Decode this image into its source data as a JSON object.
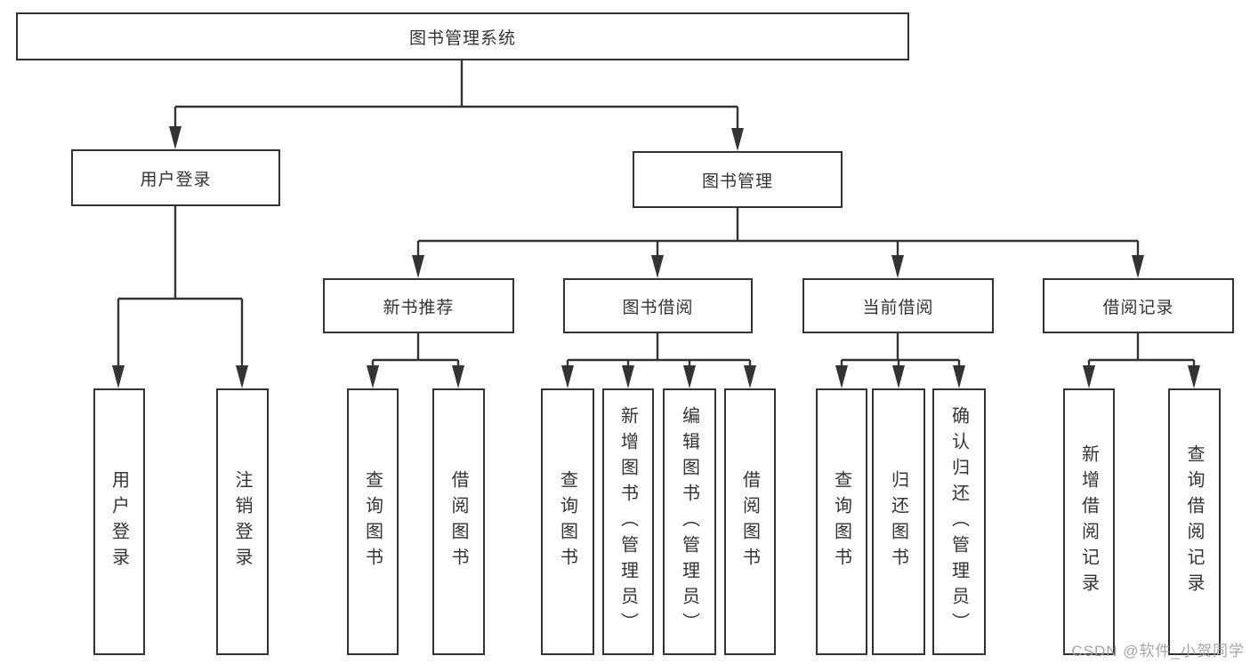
{
  "diagram": {
    "type": "tree",
    "root": {
      "label": "图书管理系统"
    },
    "level2": [
      {
        "label": "用户登录",
        "parent": "图书管理系统"
      },
      {
        "label": "图书管理",
        "parent": "图书管理系统"
      }
    ],
    "level3": [
      {
        "label": "新书推荐",
        "parent": "图书管理"
      },
      {
        "label": "图书借阅",
        "parent": "图书管理"
      },
      {
        "label": "当前借阅",
        "parent": "图书管理"
      },
      {
        "label": "借阅记录",
        "parent": "图书管理"
      }
    ],
    "leaves": [
      {
        "label": "用户登录",
        "parent": "用户登录"
      },
      {
        "label": "注销登录",
        "parent": "用户登录"
      },
      {
        "label": "查询图书",
        "parent": "新书推荐"
      },
      {
        "label": "借阅图书",
        "parent": "新书推荐"
      },
      {
        "label": "查询图书",
        "parent": "图书借阅"
      },
      {
        "label": "新增图书（管理员）",
        "parent": "图书借阅"
      },
      {
        "label": "编辑图书（管理员）",
        "parent": "图书借阅"
      },
      {
        "label": "借阅图书",
        "parent": "图书借阅"
      },
      {
        "label": "查询图书",
        "parent": "当前借阅"
      },
      {
        "label": "归还图书",
        "parent": "当前借阅"
      },
      {
        "label": "确认归还（管理员）",
        "parent": "当前借阅"
      },
      {
        "label": "新增借阅记录",
        "parent": "借阅记录"
      },
      {
        "label": "查询借阅记录",
        "parent": "借阅记录"
      }
    ]
  },
  "watermark": {
    "text": "CSDN @软件_小贺同学"
  },
  "colors": {
    "line": "#333333",
    "text": "#333333",
    "watermark": "#9e9e9e",
    "background": "#ffffff"
  }
}
